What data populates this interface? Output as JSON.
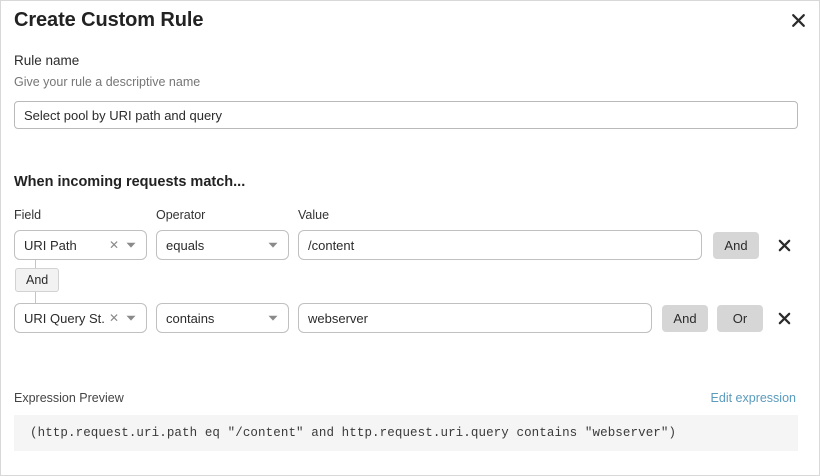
{
  "dialog": {
    "title": "Create Custom Rule",
    "close_icon": "close-icon"
  },
  "rule_name": {
    "label": "Rule name",
    "hint": "Give your rule a descriptive name",
    "value": "Select pool by URI path and query",
    "placeholder": "Give your rule a descriptive name"
  },
  "match": {
    "heading": "When incoming requests match...",
    "columns": {
      "field": "Field",
      "operator": "Operator",
      "value": "Value"
    },
    "connector": "And",
    "rows": [
      {
        "field": "URI Path",
        "clear_icon": "close-small-icon",
        "caret_icon": "chevron-down-icon",
        "operator": "equals",
        "value": "/content",
        "buttons": [
          "And"
        ],
        "delete_icon": "close-icon"
      },
      {
        "field": "URI Query St...",
        "clear_icon": "close-small-icon",
        "caret_icon": "chevron-down-icon",
        "operator": "contains",
        "value": "webserver",
        "buttons": [
          "And",
          "Or"
        ],
        "delete_icon": "close-icon"
      }
    ]
  },
  "preview": {
    "label": "Expression Preview",
    "edit_link": "Edit expression",
    "expression": "(http.request.uri.path eq \"/content\" and http.request.uri.query contains \"webserver\")"
  },
  "colors": {
    "link": "#5b9bbd",
    "button_grey": "#d6d6d6",
    "band_grey": "#f5f5f5"
  }
}
